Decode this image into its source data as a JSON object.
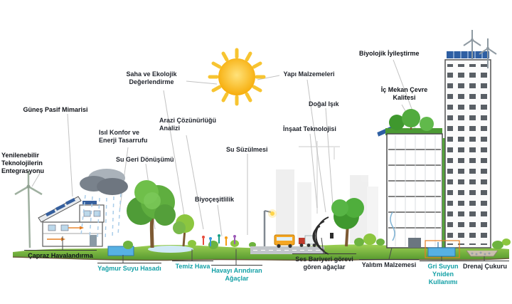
{
  "palette": {
    "teal_label": "#13a0a6",
    "dark_label": "#101319",
    "sun_yellow": "#f6a800",
    "foliage_green": "#5fae3f",
    "ground_green": "#6fb23c",
    "water_blue": "#57b1e3",
    "solar_panel_blue": "#2e5fa3",
    "rain_cloud_gray": "#79828c"
  },
  "labels": {
    "solar_passive_architecture": "Güneş Pasif Mimarisi",
    "site_ecological_assessment": "Saha ve Ekolojik\nDeğerlendirme",
    "thermal_comfort_energy_saving": "Isıl Konfor ve\nEnerji Tasarrufu",
    "water_recycling": "Su Geri Dönüşümü",
    "renewable_tech_integration": "Yenilenebilir\nTeknolojilerin Entegrasyonu",
    "land_resolution_analysis": "Arazi Çözünürlüğü\nAnalizi",
    "water_filtration": "Su Süzülmesi",
    "biodiversity": "Biyoçeşitlilik",
    "building_materials": "Yapı Malzemeleri",
    "natural_light": "Doğal Işık",
    "construction_technology": "İnşaat Teknolojisi",
    "biological_improvement": "Biyolojik İyileştirme",
    "indoor_environment_quality": "İç Mekan Çevre\nKalitesi",
    "cross_ventilation": "Çapraz Havalandırma",
    "rainwater_harvesting": "Yağmur Suyu Hasadı",
    "clean_air": "Temiz Hava",
    "air_purifying_trees": "Havayı Arındıran\nAğaçlar",
    "sound_barrier_trees": "Ses Bariyeri görevi\ngören ağaçlar",
    "insulation_material": "Yalıtım Malzemesi",
    "greywater_reuse": "Gri Suyun\nYniden Kullanımı",
    "drainage_pit": "Drenaj Çukuru"
  }
}
